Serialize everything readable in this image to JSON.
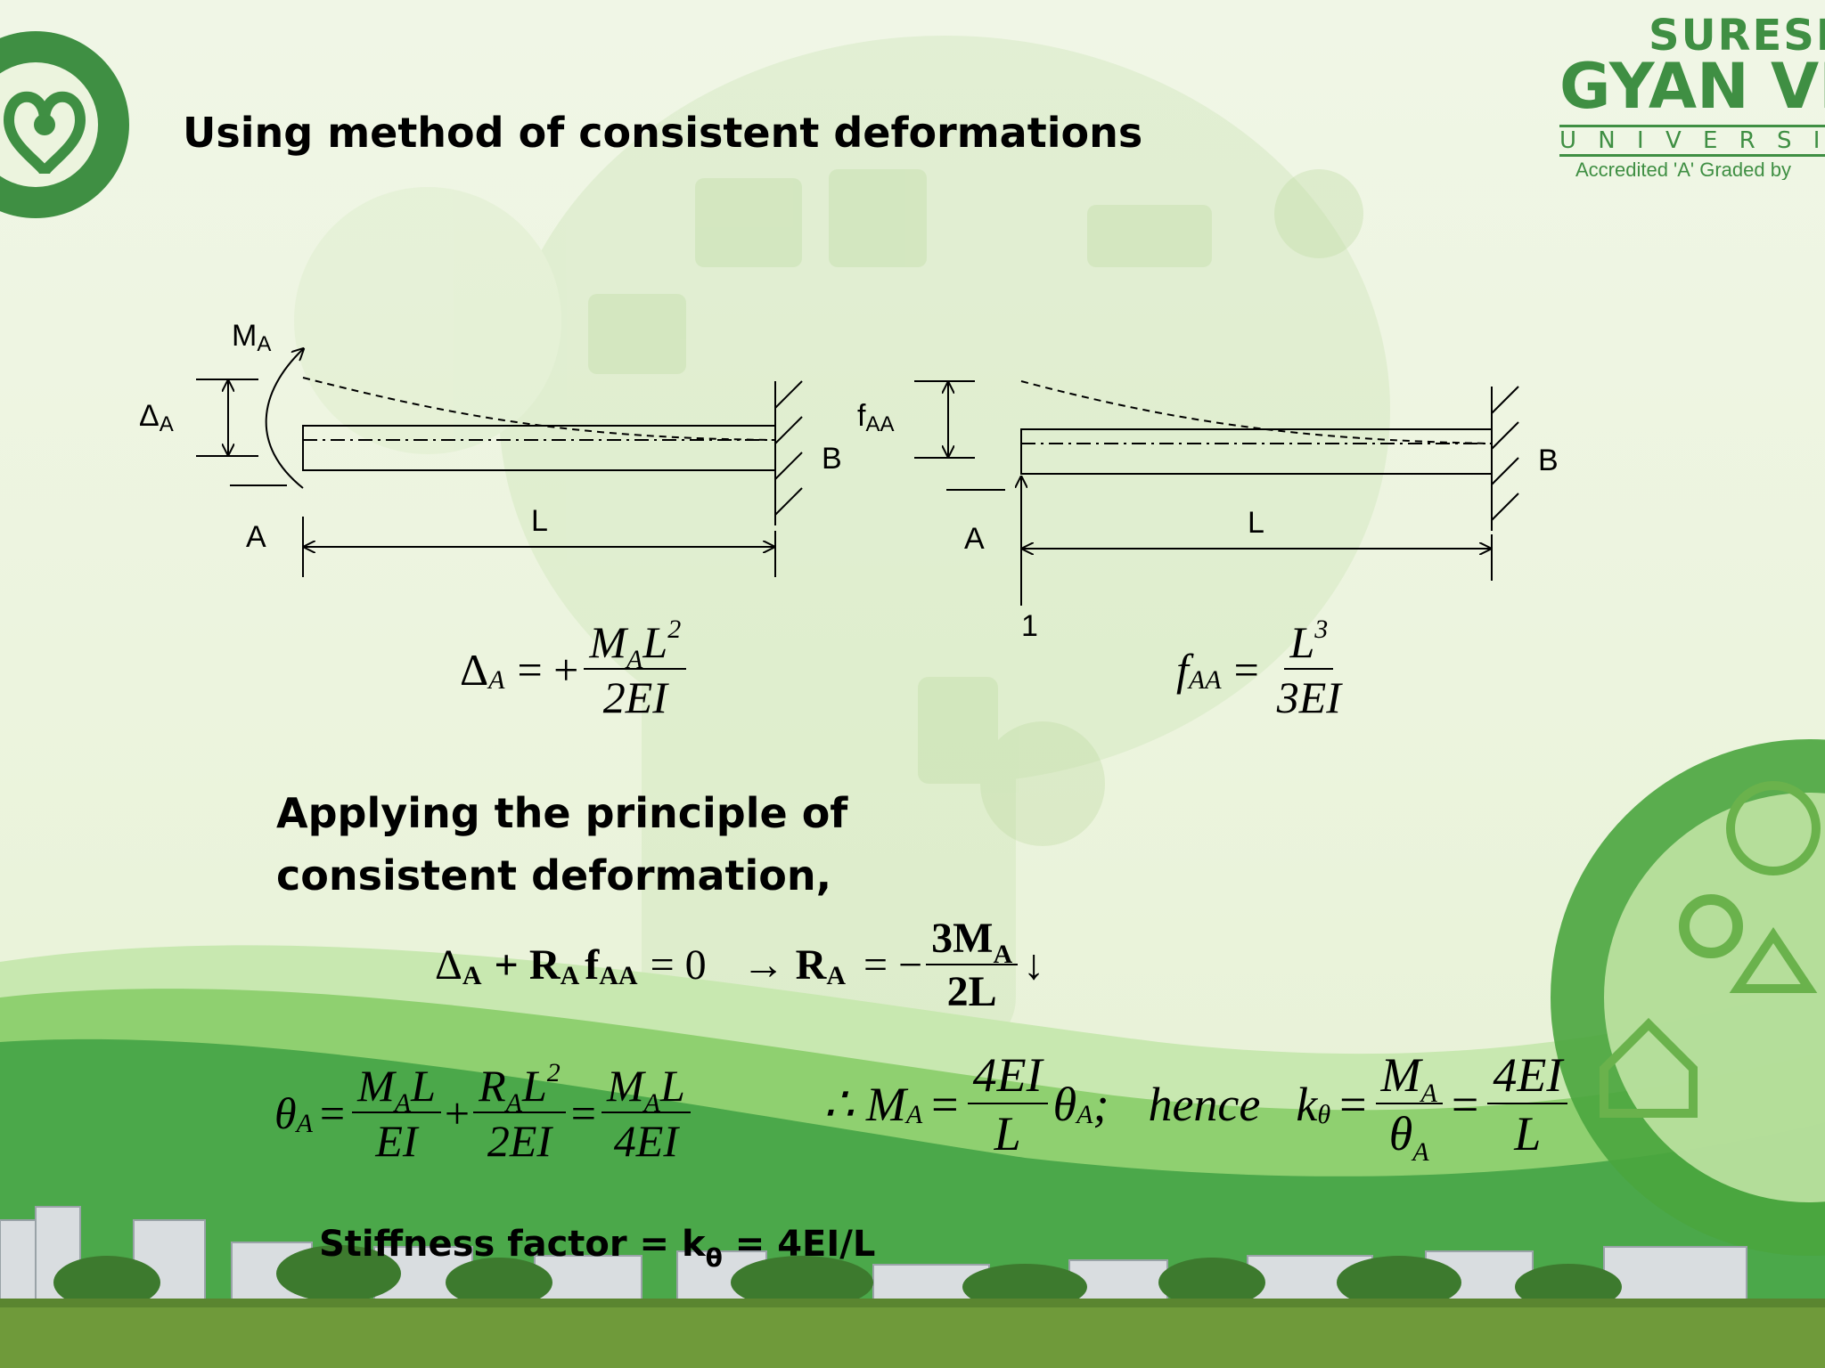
{
  "slide": {
    "title": "Using method of consistent deformations",
    "principle_line1": "Applying the principle of",
    "principle_line2": "consistent deformation,",
    "stiffness_prefix": "Stiffness factor = k",
    "stiffness_sub": "θ",
    "stiffness_suffix": " = 4EI/L"
  },
  "logo": {
    "line1": "SURESH",
    "line2": "GYAN VIH",
    "line3": "U N I V E R S I",
    "line4": "Accredited 'A' Graded by"
  },
  "diagram_left": {
    "moment_label": "M",
    "moment_sub": "A",
    "delta_label": "Δ",
    "delta_sub": "A",
    "end_a": "A",
    "end_b": "B",
    "length": "L"
  },
  "diagram_right": {
    "flex_label": "f",
    "flex_sub": "AA",
    "end_a": "A",
    "end_b": "B",
    "length": "L",
    "unit_load": "1"
  },
  "equations": {
    "delta_a": {
      "lhs": "Δ",
      "lhs_sub": "A",
      "eq": "= +",
      "num_m": "M",
      "num_m_sub": "A",
      "num_l": "L",
      "num_sup": "2",
      "den": "2EI"
    },
    "f_aa": {
      "lhs": "f",
      "lhs_sub": "AA",
      "eq": "=",
      "num": "L",
      "num_sup": "3",
      "den": "3EI"
    },
    "compat": {
      "d": "Δ",
      "d_sub": "A",
      "plus": "+ R",
      "r_sub": "A",
      "f": "f",
      "f_sub": "AA",
      "eq0": "= 0",
      "arrow": "→ R",
      "ra_sub": "A",
      "eq": "= −",
      "num": "3M",
      "num_sub": "A",
      "den": "2L",
      "down": "↓"
    },
    "theta": {
      "lhs": "θ",
      "lhs_sub": "A",
      "eq1": "=",
      "t1_num": "M",
      "t1_num_sub": "A",
      "t1_num_tail": "L",
      "t1_den": "EI",
      "plus": "+",
      "t2_num": "R",
      "t2_num_sub": "A",
      "t2_num_tail": "L",
      "t2_sup": "2",
      "t2_den": "2EI",
      "eq2": "=",
      "t3_num": "M",
      "t3_num_sub": "A",
      "t3_num_tail": "L",
      "t3_den": "4EI"
    },
    "result": {
      "therefore": "∴ M",
      "m_sub": "A",
      "eq": "=",
      "num": "4EI",
      "den": "L",
      "theta": "θ",
      "theta_sub": "A",
      "semi": ";",
      "hence": "hence",
      "k": "k",
      "k_sub": "θ",
      "eq2": "=",
      "num2": "M",
      "num2_sub": "A",
      "den2": "θ",
      "den2_sub": "A",
      "eq3": "=",
      "num3": "4EI",
      "den3": "L"
    }
  },
  "colors": {
    "background": "#edf5e0",
    "green_dark": "#2e8b3a",
    "green_mid": "#7cc36a",
    "green_light": "#b8e0a0",
    "grass": "#6f9a3a",
    "logo_green": "#3f8f43"
  }
}
